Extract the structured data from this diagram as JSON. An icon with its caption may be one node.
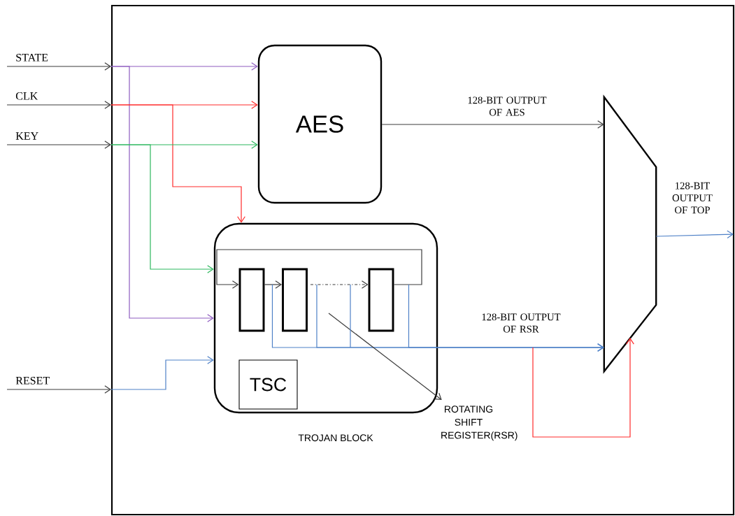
{
  "diagram": {
    "nodes": [
      {
        "text": [],
        "shape": "box"
      },
      {
        "text": [
          "STATE"
        ]
      },
      {
        "text": [
          "CLK"
        ]
      },
      {
        "text": [
          "KEY"
        ]
      },
      {
        "text": [
          "RESET"
        ]
      },
      {
        "text": [
          "AES"
        ],
        "in": 0
      },
      {
        "text": [
          "TROJAN BLOCK"
        ],
        "in": 0
      },
      {
        "text": [],
        "shape": "box",
        "in": 6
      },
      {
        "text": [],
        "shape": "box",
        "in": 6
      },
      {
        "text": [],
        "shape": "box",
        "in": 6
      },
      {
        "text": [
          "TSC"
        ],
        "in": 6
      },
      {
        "text": [],
        "shape": "trapezoid",
        "in": 0
      },
      {
        "text": [
          "ROTATING SHIFT REGISTER(RSR)"
        ],
        "in": 0
      }
    ],
    "edges": [
      {
        "from": 1,
        "to": 0,
        "arrow": "to"
      },
      {
        "from": 2,
        "to": 0,
        "arrow": "to"
      },
      {
        "from": 3,
        "to": 0,
        "arrow": "to"
      },
      {
        "from": 4,
        "to": 0,
        "arrow": "to"
      },
      {
        "from": 0,
        "to": 5,
        "arrow": "to",
        "color": "#8e5cc0"
      },
      {
        "from": 0,
        "to": 6,
        "arrow": "to",
        "color": "#8e5cc0"
      },
      {
        "from": 0,
        "to": 5,
        "arrow": "to",
        "color": "#ff2a2a"
      },
      {
        "from": 0,
        "to": 6,
        "arrow": "to",
        "color": "#ff2a2a"
      },
      {
        "from": 0,
        "to": 5,
        "arrow": "to",
        "color": "#2db85e"
      },
      {
        "from": 0,
        "to": 6,
        "arrow": "to",
        "color": "#2db85e"
      },
      {
        "from": 0,
        "to": 6,
        "arrow": "to",
        "color": "#4f81c7"
      },
      {
        "from": 5,
        "to": 11,
        "arrow": "to",
        "label": "128-BIT OUTPUT OF AES"
      },
      {
        "from": 7,
        "to": 8,
        "arrow": "to"
      },
      {
        "from": 8,
        "to": 9,
        "arrow": "to",
        "style": "dashed"
      },
      {
        "from": 9,
        "to": 7,
        "arrow": "to"
      },
      {
        "from": 7,
        "to": 11,
        "arrow": "to",
        "color": "#4f81c7"
      },
      {
        "from": 8,
        "to": 11,
        "arrow": "to",
        "color": "#4f81c7"
      },
      {
        "from": 9,
        "to": 11,
        "arrow": "to",
        "color": "#4f81c7",
        "label": "128-BIT OUTPUT OF RSR"
      },
      {
        "from": null,
        "to": 11,
        "arrow": "to",
        "color": "#ff2a2a"
      },
      {
        "from": 11,
        "to": null,
        "arrow": "to",
        "color": "#4f81c7",
        "label": "128-BIT OUTPUT OF TOP"
      },
      {
        "from": null,
        "to": 12,
        "arrow": "to"
      }
    ]
  }
}
